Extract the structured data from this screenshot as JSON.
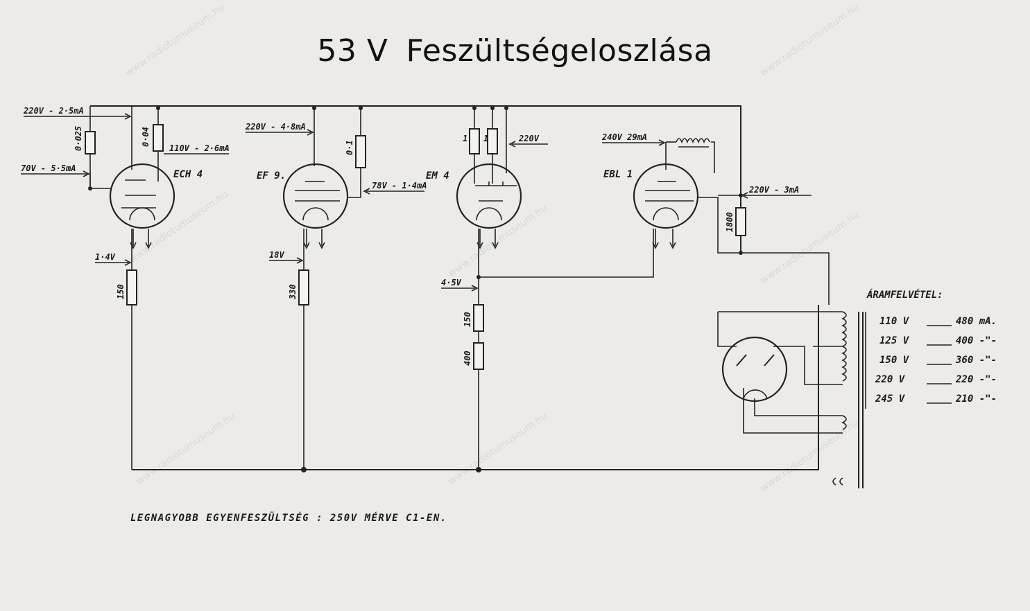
{
  "title": {
    "model": "53 V",
    "heading": "Feszültségeloszlása"
  },
  "watermark": "www.radiotumuseum.hu",
  "tubes": [
    "ECH 4",
    "EF 9.",
    "EM 4",
    "EBL 1"
  ],
  "labels": {
    "ech4_anode": "220V - 2·5mA",
    "ech4_screen": "110V - 2·6mA",
    "ech4_grid": "70V - 5·5mA",
    "ech4_cathode": "1·4V",
    "ef9_anode": "220V - 4·8mA",
    "ef9_screen": "78V - 1·4mA",
    "ef9_cathode": "18V",
    "em4_anode": "220V",
    "em4_cathode": "4·5V",
    "ebl1_anode": "240V 29mA",
    "ebl1_screen": "220V - 3mA"
  },
  "resistors": {
    "r1": "0·025",
    "r2": "0·04",
    "r3": "0·1",
    "r4": "1",
    "r5": "1",
    "r6": "1800",
    "r7": "150",
    "r8": "330",
    "r9": "150",
    "r10": "400"
  },
  "current_table": {
    "heading": "ÁRAMFELVÉTEL:",
    "rows": [
      {
        "voltage": "110 V",
        "current": "480 mA."
      },
      {
        "voltage": "125 V",
        "current": "400 -\"-"
      },
      {
        "voltage": "150 V",
        "current": "360 -\"-"
      },
      {
        "voltage": "220 V",
        "current": "220 -\"-"
      },
      {
        "voltage": "245 V",
        "current": "210 -\"-"
      }
    ]
  },
  "footer": "LEGNAGYOBB EGYENFESZÜLTSÉG : 250V MÉRVE C1-EN."
}
